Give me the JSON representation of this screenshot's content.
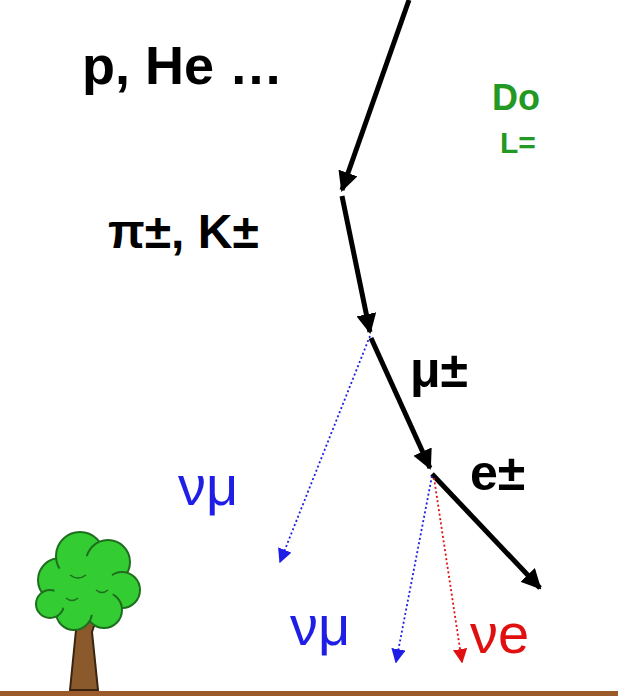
{
  "diagram": {
    "labels": [
      "p, He …",
      "Do",
      "L=",
      "π±, K±",
      "μ±",
      "νμ",
      "e±",
      "νμ",
      "νe"
    ]
  }
}
